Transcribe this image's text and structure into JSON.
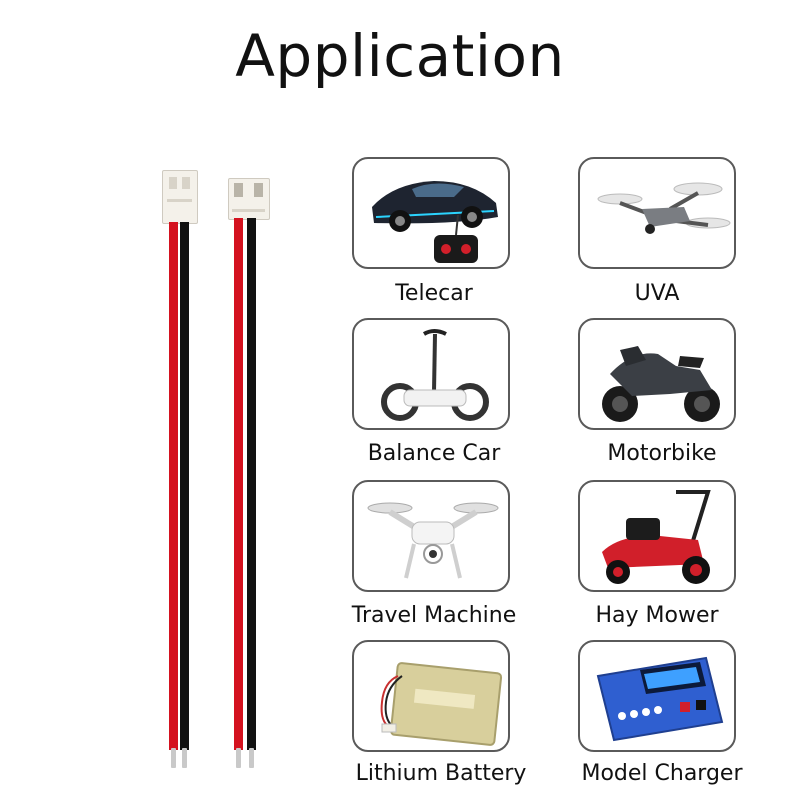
{
  "title": "Application",
  "items": [
    {
      "label": "Telecar",
      "icon": "rc-car-icon"
    },
    {
      "label": "UVA",
      "icon": "quadcopter-icon"
    },
    {
      "label": "Balance Car",
      "icon": "balance-scooter-icon"
    },
    {
      "label": "Motorbike",
      "icon": "motorbike-icon"
    },
    {
      "label": "Travel Machine",
      "icon": "camera-drone-icon"
    },
    {
      "label": "Hay Mower",
      "icon": "lawn-mower-icon"
    },
    {
      "label": "Lithium Battery",
      "icon": "lipo-battery-icon"
    },
    {
      "label": "Model Charger",
      "icon": "battery-charger-icon"
    }
  ],
  "colors": {
    "wire_red": "#d4121f",
    "wire_black": "#111111",
    "card_border": "#5a5a5a",
    "charger_blue": "#2f5fd0"
  }
}
